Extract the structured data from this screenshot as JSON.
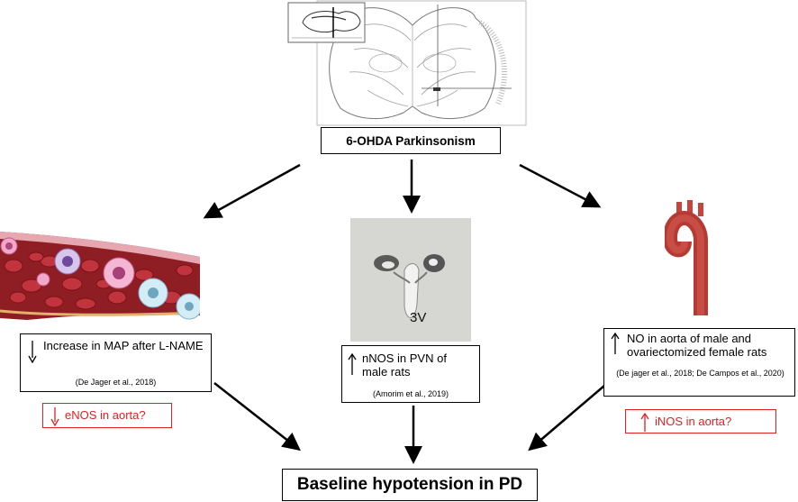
{
  "top_box": {
    "label": "6-OHDA Parkinsonism"
  },
  "left": {
    "main": "Increase in MAP after L-NAME",
    "citation": "(De Jager et al., 2018)",
    "question": "eNOS in aorta?"
  },
  "center": {
    "image_label": "3V",
    "main": "nNOS in PVN of male rats",
    "citation": "(Amorim et al., 2019)"
  },
  "right": {
    "main": "NO in aorta of male and ovariectomized female rats",
    "citation": "(De jager et al., 2018;  De Campos et al., 2020)",
    "question": "iNOS in aorta?"
  },
  "bottom_box": {
    "label": "Baseline hypotension in PD"
  },
  "colors": {
    "accent_red": "#e02020",
    "vessel_red": "#b3262a",
    "aorta_red": "#c8433c"
  }
}
